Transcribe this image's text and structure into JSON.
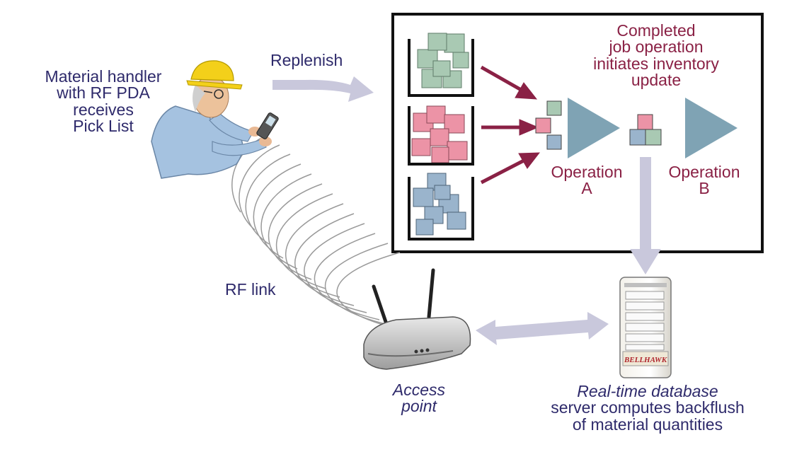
{
  "labels": {
    "handler": [
      "Material handler",
      "with RF PDA",
      "receives",
      "Pick List"
    ],
    "replenish": "Replenish",
    "completed": [
      "Completed",
      "job operation",
      "initiates inventory",
      "update"
    ],
    "op_a": [
      "Operation",
      "A"
    ],
    "op_b": [
      "Operation",
      "B"
    ],
    "rf_link": "RF link",
    "access_point": [
      "Access",
      "point"
    ],
    "server": [
      "Real-time database",
      "server computes backflush",
      "of material quantities"
    ],
    "server_brand": "BELLHAWK"
  },
  "colors": {
    "text_navy": "#2e2a6b",
    "text_maroon": "#8a2145",
    "arrow_gray": "#c9c8dc",
    "bin_green": "#a9c9b3",
    "bin_red": "#ec93a6",
    "bin_blue": "#9ab4cc",
    "triangle": "#7fa3b4",
    "frame": "#111111"
  },
  "icons": [
    "worker-with-pda-icon",
    "access-point-router-icon",
    "database-server-icon"
  ]
}
